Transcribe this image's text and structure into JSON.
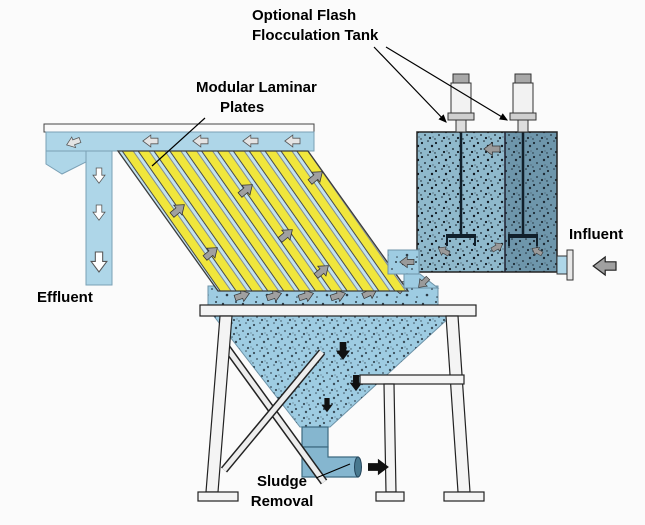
{
  "labels": {
    "flash_tank_line1": "Optional Flash",
    "flash_tank_line2": "Flocculation Tank",
    "plates_line1": "Modular Laminar",
    "plates_line2": "Plates",
    "influent": "Influent",
    "effluent": "Effluent",
    "sludge_line1": "Sludge",
    "sludge_line2": "Removal"
  },
  "colors": {
    "water_light": "#aed6e8",
    "clarifier_water": "#9ecce2",
    "floc_tank_water": "#8fb9cc",
    "floc_tank_water_dark": "#6e96ab",
    "plate_yellow": "#f0e63c",
    "plate_gap_blue": "#c2e2ef",
    "flow_arrow_gray": "#a0a0a0",
    "trough_arrow_white": "#e4e4e4",
    "sludge_arrow_black": "#111111",
    "pipe_blue": "#85b6cf",
    "frame_white": "#f4f4f4",
    "outline": "#333333"
  }
}
